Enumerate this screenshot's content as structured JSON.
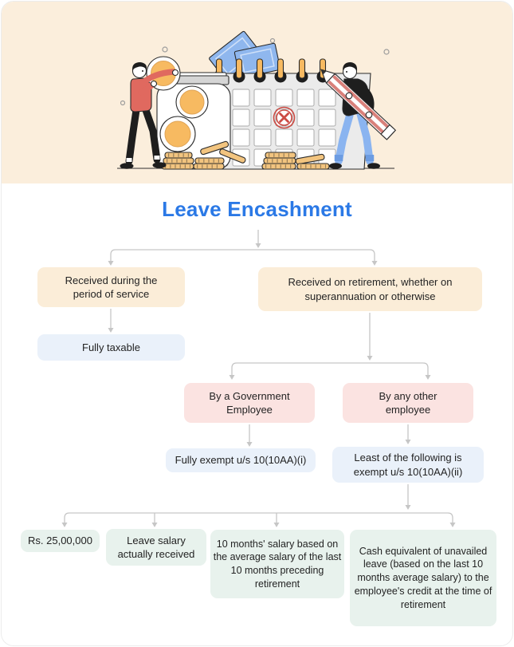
{
  "header": {
    "title": "Leave Encashment"
  },
  "illustration": {
    "elements": [
      "person-holding-coin",
      "coin-jar",
      "coin-stacks",
      "banknotes",
      "calendar-with-crossed-date",
      "person-holding-pencil"
    ]
  },
  "flowchart": {
    "nodes": {
      "received_during_service": "Received during the period of service",
      "fully_taxable": "Fully taxable",
      "received_on_retirement": "Received on retirement, whether on superannuation or otherwise",
      "government_employee": "By a Government Employee",
      "any_other_employee": "By any other employee",
      "fully_exempt": "Fully exempt u/s 10(10AA)(i)",
      "least_of_following": "Least of the following is exempt u/s 10(10AA)(ii)",
      "statutory_limit": "Rs. 25,00,000",
      "leave_salary_received": "Leave salary actually received",
      "ten_months_salary": "10 months' salary based on the average salary of the last 10 months preceding retirement",
      "cash_equivalent": "Cash equivalent of unavailed leave (based on the last 10 months average salary) to the employee's credit at the time of retirement"
    }
  },
  "colors": {
    "banner_bg": "#FBEEDC",
    "title_blue": "#2B79E6",
    "node_cream": "#FBEDD8",
    "node_blue": "#EAF1FA",
    "node_pink": "#FBE3E1",
    "node_green": "#E8F2ED",
    "connector": "#C6C6C6",
    "text": "#232323",
    "coin_orange": "#F7BA61",
    "sweater_coral": "#E0695F",
    "pants_blue": "#8AB4F0",
    "pencil_red": "#D9807A",
    "mark_red": "#CC4B44",
    "note_blue": "#8FB7EE"
  }
}
